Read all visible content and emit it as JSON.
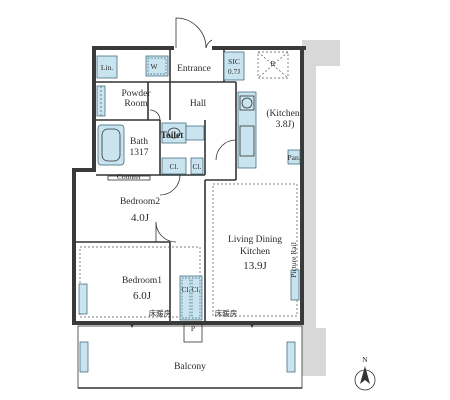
{
  "rooms": {
    "entrance": "Entrance",
    "sic": "SIC",
    "sic_size": "0.7J",
    "r_mark": "R",
    "lin": "Lin.",
    "w_mark": "W",
    "powder": "Powder",
    "powder2": "Room",
    "hall": "Hall",
    "kitchen": "(Kitchen",
    "kitchen_size": "3.8J)",
    "toilet": "Toilet",
    "bath": "Bath",
    "bath_size": "1317",
    "counter": "Counter",
    "cl1": "Cl.",
    "cl_small": "Cl.",
    "pan": "Pan.",
    "bedroom2": "Bedroom2",
    "bedroom2_size": "4.0J",
    "ldk1": "Living Dining",
    "ldk2": "Kitchen",
    "ldk_size": "13.9J",
    "picture_rail": "Picture Rail",
    "bedroom1": "Bedroom1",
    "bedroom1_size": "6.0J",
    "floorheat1": "床暖房",
    "floorheat2": "床暖房",
    "cl_b1a": "Cl.",
    "cl_b1b": "Cl.",
    "p_mark": "P",
    "balcony": "Balcony",
    "north": "N"
  }
}
